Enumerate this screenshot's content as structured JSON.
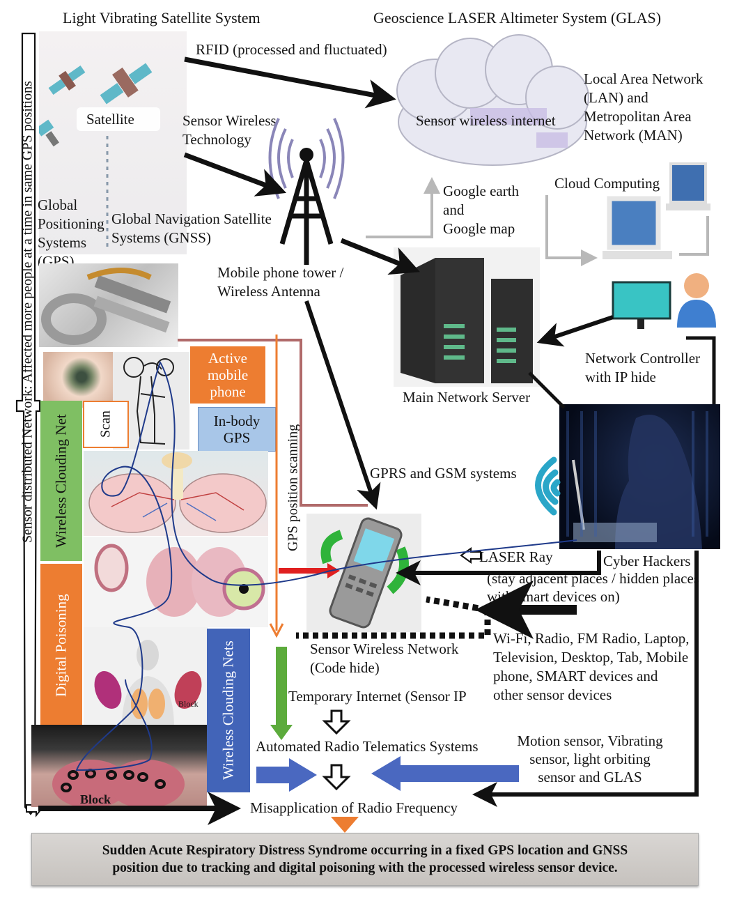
{
  "header": {
    "left_title": "Light Vibrating Satellite System",
    "right_title": "Geoscience LASER Altimeter System (GLAS)"
  },
  "side_banner": {
    "text": "Sensor distributed Network: Affected more people at a time in same GPS positions"
  },
  "satellite_section": {
    "rfid": "RFID (processed and fluctuated)",
    "satellite": "Satellite",
    "sensor_wireless_tech": [
      "Sensor Wireless",
      "Technology"
    ],
    "gps": [
      "Global",
      "Positioning",
      "Systems",
      "(GPS)"
    ],
    "gnss": [
      "Global Navigation Satellite",
      "Systems (GNSS)"
    ]
  },
  "cloud_section": {
    "cloud_label": "Sensor wireless internet",
    "lan_man": [
      "Local Area Network",
      "(LAN) and",
      "Metropolitan Area",
      "Network (MAN)"
    ],
    "google": [
      "Google earth",
      "and",
      "Google map"
    ],
    "cloud_computing": "Cloud Computing"
  },
  "tower": {
    "label": [
      "Mobile phone tower /",
      "Wireless Antenna"
    ]
  },
  "server": {
    "label": "Main Network Server"
  },
  "controller": {
    "label": [
      "Network Controller",
      "with IP hide"
    ]
  },
  "body_panel": {
    "active_mobile": [
      "Active",
      "mobile",
      "phone"
    ],
    "in_body_gps": [
      "In-body",
      "GPS"
    ],
    "scan": "Scan",
    "wireless_clouding_net": "Wireless Clouding Net",
    "digital_poisoning": "Digital Poisoning",
    "wireless_clouding_nets": "Wireless Clouding  Nets",
    "block_small": "Block",
    "block_large": "Block"
  },
  "phone_section": {
    "gps_scanning": "GPS position scanning",
    "gprs_gsm": "GPRS and GSM systems",
    "laser_ray": "LASER Ray",
    "sensor_network": [
      "Sensor Wireless Network",
      "(Code hide)"
    ],
    "temp_internet": "Temporary Internet (Sensor IP",
    "telematics": "Automated Radio Telematics Systems",
    "misapplication": "Misapplication of Radio Frequency"
  },
  "hackers": {
    "title": "Cyber Hackers",
    "note": [
      "(stay adjacent places / hidden places",
      "with smart devices on)"
    ],
    "devices": [
      "Wi-Fi, Radio, FM Radio, Laptop,",
      "Television, Desktop, Tab, Mobile",
      "phone, SMART devices and",
      "other sensor devices"
    ],
    "sensors": [
      "Motion sensor, Vibrating",
      "sensor, light orbiting",
      "sensor and GLAS"
    ]
  },
  "outcome": {
    "line1": "Sudden Acute Respiratory Distress Syndrome occurring in a fixed GPS location and GNSS",
    "line2": "position due to tracking and digital poisoning with the processed wireless sensor device."
  },
  "colors": {
    "orange": "#ed7d31",
    "green": "#70ad47",
    "blue_box": "#4472c4",
    "light_blue_box": "#9dc3e6",
    "red_arrow": "#e02020",
    "dark_outline": "#8b4a4a",
    "laser_line": "#1f3a8a"
  }
}
